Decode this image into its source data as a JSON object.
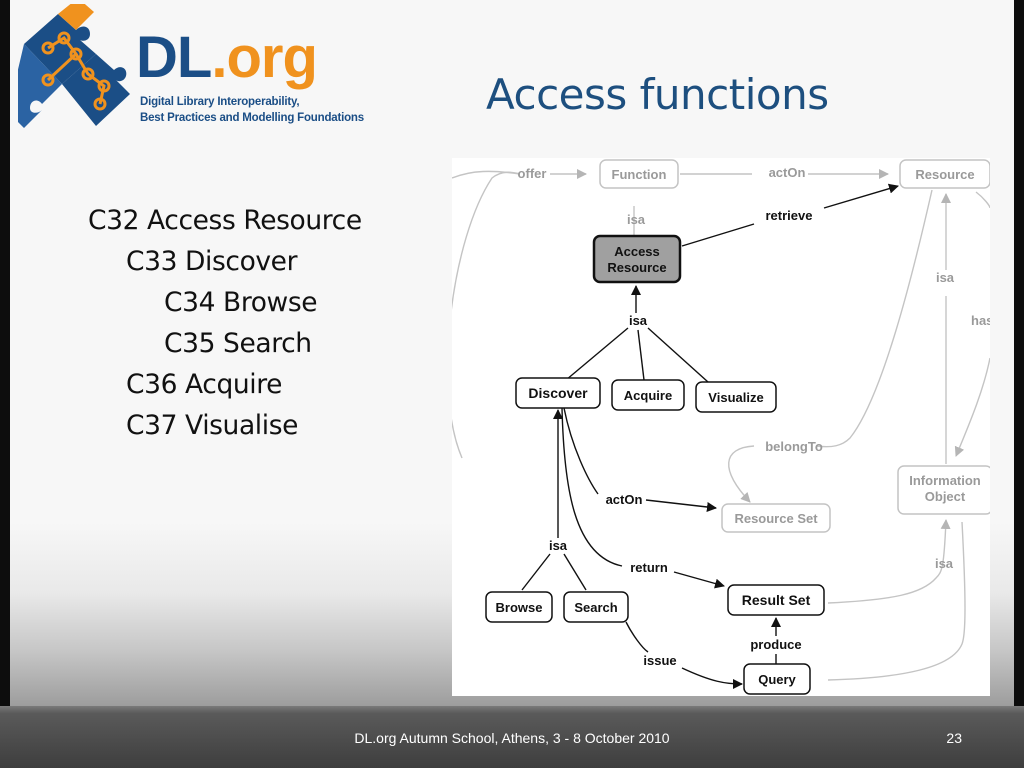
{
  "logo": {
    "wordmark_main": "DL",
    "wordmark_suffix": ".org",
    "tagline_line1": "Digital Library Interoperability,",
    "tagline_line2": "Best Practices and Modelling Foundations",
    "colors": {
      "blue": "#1b4e86",
      "orange": "#f0921e"
    }
  },
  "slide": {
    "title": "Access functions",
    "concepts": [
      {
        "level": 0,
        "text": "C32 Access Resource"
      },
      {
        "level": 1,
        "text": "C33 Discover"
      },
      {
        "level": 2,
        "text": "C34 Browse"
      },
      {
        "level": 2,
        "text": "C35 Search"
      },
      {
        "level": 1,
        "text": "C36 Acquire"
      },
      {
        "level": 1,
        "text": "C37 Visualise"
      }
    ]
  },
  "diagram": {
    "nodes": {
      "function": "Function",
      "resource": "Resource",
      "access_resource_line1": "Access",
      "access_resource_line2": "Resource",
      "discover": "Discover",
      "acquire": "Acquire",
      "visualize": "Visualize",
      "resource_set": "Resource Set",
      "information_object_line1": "Information",
      "information_object_line2": "Object",
      "result_set": "Result Set",
      "browse": "Browse",
      "search": "Search",
      "query": "Query"
    },
    "edges": {
      "offer": "offer",
      "act_on_top": "actOn",
      "retrieve": "retrieve",
      "isa_function": "isa",
      "isa_resource": "isa",
      "has_partial": "hasI",
      "isa_access": "isa",
      "belong_to": "belongTo",
      "act_on_discover": "actOn",
      "isa_discover": "isa",
      "return": "return",
      "isa_info_object": "isa",
      "produce": "produce",
      "issue": "issue"
    }
  },
  "footer": {
    "text": "DL.org Autumn School, Athens, 3 - 8 October 2010",
    "page_number": "23"
  }
}
